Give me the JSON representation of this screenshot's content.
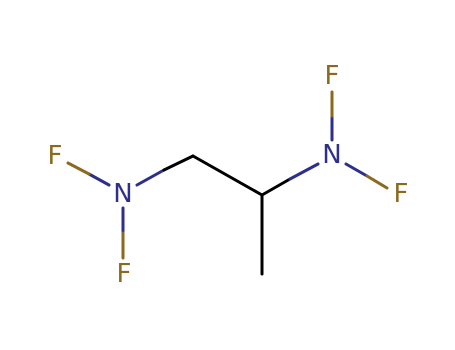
{
  "molecule": {
    "colors": {
      "carbon_bond": "#000000",
      "nitrogen": "#2e2e8c",
      "fluorine": "#8b6a1e"
    },
    "atoms": {
      "n_left": {
        "label": "N",
        "element": "nitrogen"
      },
      "f_left_top": {
        "label": "F",
        "element": "fluorine"
      },
      "f_left_bottom": {
        "label": "F",
        "element": "fluorine"
      },
      "n_right": {
        "label": "N",
        "element": "nitrogen"
      },
      "f_right_top": {
        "label": "F",
        "element": "fluorine"
      },
      "f_right_side": {
        "label": "F",
        "element": "fluorine"
      }
    }
  }
}
